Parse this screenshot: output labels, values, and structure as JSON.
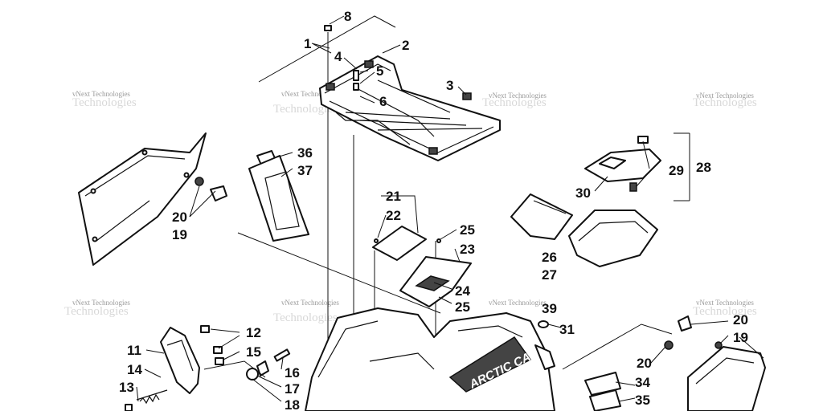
{
  "callouts": [
    "1",
    "2",
    "3",
    "4",
    "5",
    "6",
    "8",
    "11",
    "12",
    "13",
    "14",
    "15",
    "16",
    "17",
    "18",
    "19",
    "20",
    "21",
    "22",
    "23",
    "24",
    "25",
    "26",
    "27",
    "28",
    "29",
    "30",
    "31",
    "34",
    "35",
    "36",
    "37",
    "39"
  ],
  "watermark": {
    "line1": "vNext Technologies",
    "line2": "Technologies"
  },
  "logo": {
    "text": "ARCTIC CAT"
  },
  "colors": {
    "ink": "#111111",
    "watermark": "#9a9a9a",
    "background": "#ffffff"
  }
}
